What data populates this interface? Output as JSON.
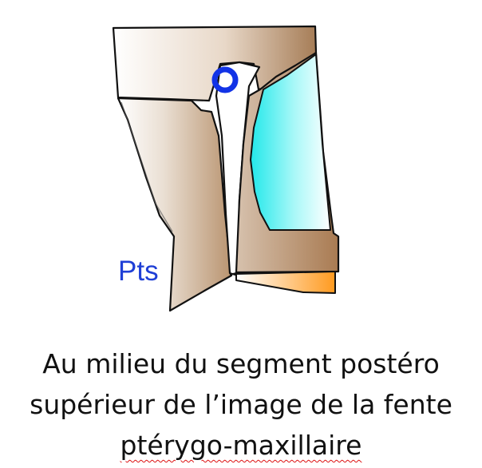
{
  "diagram": {
    "label_pts": "Pts",
    "marker_color": "#1233e6",
    "colors": {
      "bone": "#b68e67",
      "bone_light": "#f3ece5",
      "sinus": "#3ff0f0",
      "sinus_light": "#ffffff",
      "accent_orange": "#ffa02a",
      "outline": "#111111"
    }
  },
  "caption": {
    "line1": "Au milieu du segment postéro",
    "line2": "supérieur de l’image de la fente",
    "line3": "ptérygo-maxillaire"
  }
}
